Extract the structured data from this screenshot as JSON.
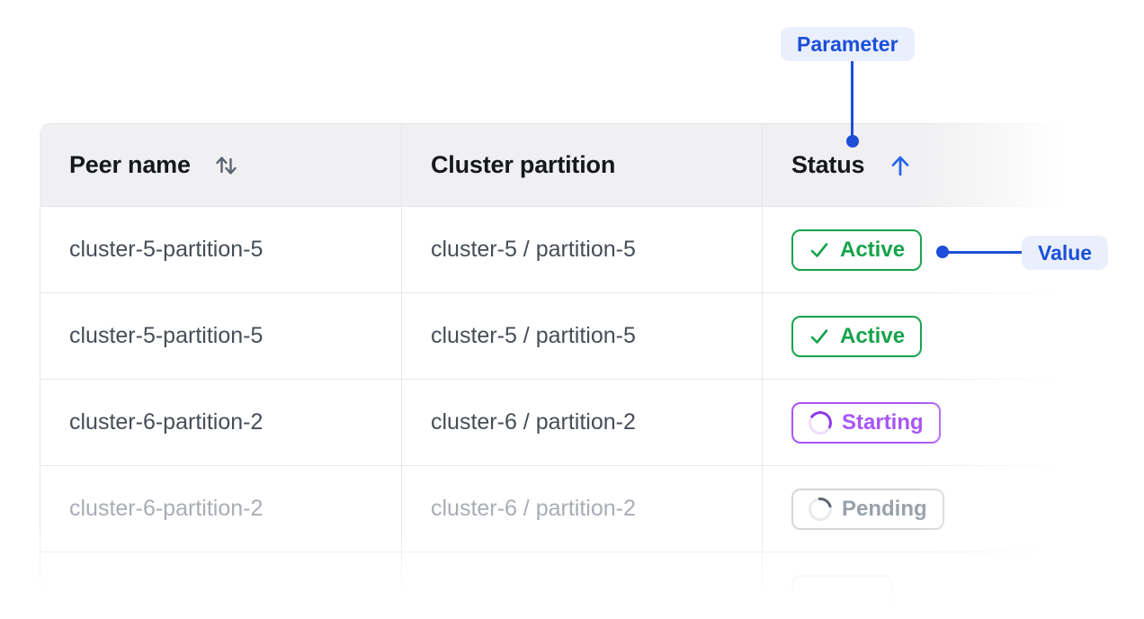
{
  "annotations": {
    "parameter_label": "Parameter",
    "value_label": "Value",
    "accent_color": "#1d4ed8",
    "pill_background": "#e9effc"
  },
  "table": {
    "header": {
      "peer_name": "Peer name",
      "cluster_partition": "Cluster partition",
      "status": "Status",
      "peer_sort_state": "unsorted",
      "status_sort_state": "ascending"
    },
    "rows": [
      {
        "peer": "cluster-5-partition-5",
        "partition": "cluster-5 / partition-5",
        "status": "Active",
        "state": "active"
      },
      {
        "peer": "cluster-5-partition-5",
        "partition": "cluster-5 / partition-5",
        "status": "Active",
        "state": "active"
      },
      {
        "peer": "cluster-6-partition-2",
        "partition": "cluster-6 / partition-2",
        "status": "Starting",
        "state": "starting"
      },
      {
        "peer": "cluster-6-partition-2",
        "partition": "cluster-6 / partition-2",
        "status": "Pending",
        "state": "pending"
      },
      {
        "peer": "",
        "partition": "",
        "status": "",
        "state": "ghost"
      }
    ]
  },
  "colors": {
    "header_background": "#f0f0f2",
    "row_border": "#e9e9ec",
    "row_text": "#474d57",
    "muted_row_text": "#a9adb4",
    "active_green": "#16a34a",
    "starting_purple": "#a855f7",
    "pending_gray": "#9ba1aa",
    "sort_icon_gray": "#5b6270",
    "status_sort_blue": "#2563eb"
  }
}
